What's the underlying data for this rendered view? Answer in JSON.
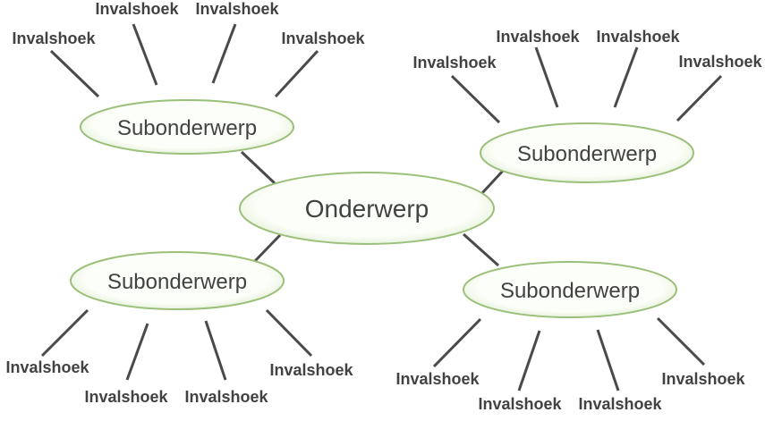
{
  "diagram": {
    "type": "mindmap",
    "language": "nl",
    "center": {
      "label": "Onderwerp"
    },
    "subtopics": [
      {
        "position": "top-left",
        "label": "Subonderwerp",
        "angles": [
          "Invalshoek",
          "Invalshoek",
          "Invalshoek",
          "Invalshoek"
        ]
      },
      {
        "position": "top-right",
        "label": "Subonderwerp",
        "angles": [
          "Invalshoek",
          "Invalshoek",
          "Invalshoek",
          "Invalshoek"
        ]
      },
      {
        "position": "bottom-left",
        "label": "Subonderwerp",
        "angles": [
          "Invalshoek",
          "Invalshoek",
          "Invalshoek",
          "Invalshoek"
        ]
      },
      {
        "position": "bottom-right",
        "label": "Subonderwerp",
        "angles": [
          "Invalshoek",
          "Invalshoek",
          "Invalshoek",
          "Invalshoek"
        ]
      }
    ],
    "colors": {
      "ellipse_border": "#9bc079",
      "ellipse_fill_center": "#fcfef9",
      "ellipse_fill_edge": "#d9e9c9",
      "line": "#4a4a4a",
      "text": "#424242",
      "background": "#ffffff"
    }
  }
}
